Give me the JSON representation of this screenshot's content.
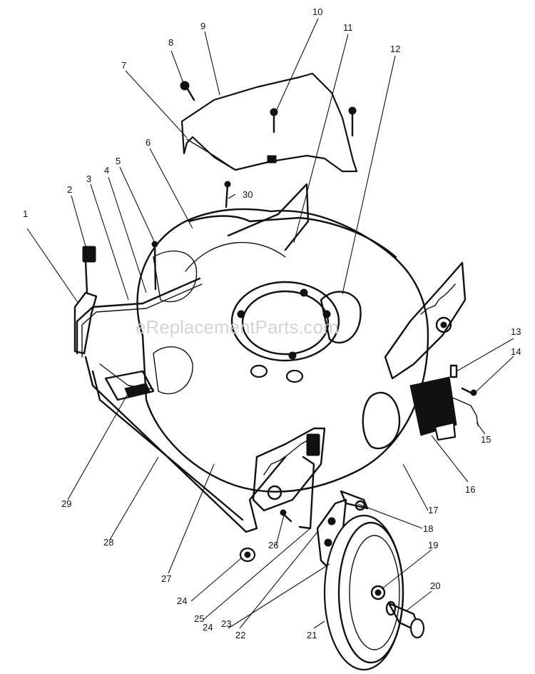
{
  "watermark": "eReplacementParts.com",
  "labels": [
    {
      "id": "1",
      "text": "1"
    },
    {
      "id": "2",
      "text": "2"
    },
    {
      "id": "3",
      "text": "3"
    },
    {
      "id": "4",
      "text": "4"
    },
    {
      "id": "5",
      "text": "5"
    },
    {
      "id": "6",
      "text": "6"
    },
    {
      "id": "7",
      "text": "7"
    },
    {
      "id": "8",
      "text": "8"
    },
    {
      "id": "9",
      "text": "9"
    },
    {
      "id": "10",
      "text": "10"
    },
    {
      "id": "11",
      "text": "11"
    },
    {
      "id": "12",
      "text": "12"
    },
    {
      "id": "13",
      "text": "13"
    },
    {
      "id": "14",
      "text": "14"
    },
    {
      "id": "15",
      "text": "15"
    },
    {
      "id": "16",
      "text": "16"
    },
    {
      "id": "17",
      "text": "17"
    },
    {
      "id": "18",
      "text": "18"
    },
    {
      "id": "19",
      "text": "19"
    },
    {
      "id": "20",
      "text": "20"
    },
    {
      "id": "21",
      "text": "21"
    },
    {
      "id": "22",
      "text": "22"
    },
    {
      "id": "23",
      "text": "23"
    },
    {
      "id": "24a",
      "text": "24"
    },
    {
      "id": "24b",
      "text": "24"
    },
    {
      "id": "25",
      "text": "25"
    },
    {
      "id": "26",
      "text": "26"
    },
    {
      "id": "27",
      "text": "27"
    },
    {
      "id": "28",
      "text": "28"
    },
    {
      "id": "29",
      "text": "29"
    },
    {
      "id": "30",
      "text": "30"
    }
  ]
}
